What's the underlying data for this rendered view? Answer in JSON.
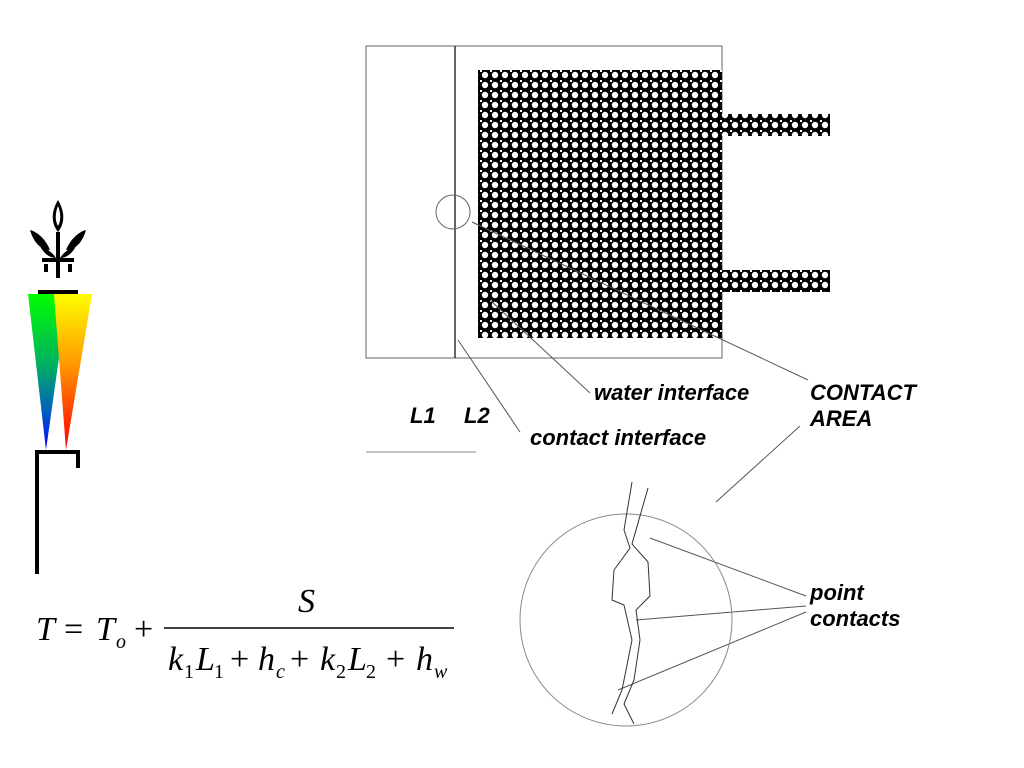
{
  "labels": {
    "l1": "L1",
    "l2": "L2",
    "water_interface": "water interface",
    "contact_interface": "contact interface",
    "contact_area_line1": "CONTACT",
    "contact_area_line2": "AREA",
    "point_contacts_line1": "point",
    "point_contacts_line2": "contacts"
  },
  "formula": {
    "lhs": "T",
    "eq": "=",
    "t0": "T",
    "t0_sub": "o",
    "plus": "+",
    "numerator": "S",
    "k1": "k",
    "k1_sub": "1",
    "L1": "L",
    "L1_sub": "1",
    "hc": "h",
    "hc_sub": "c",
    "k2": "k",
    "k2_sub": "2",
    "L2": "L",
    "L2_sub": "2",
    "hw": "h",
    "hw_sub": "w"
  },
  "icons": {
    "logo": "university-menorah-logo-icon"
  },
  "colors": {
    "ink": "#000000",
    "thin_line": "#555555"
  }
}
